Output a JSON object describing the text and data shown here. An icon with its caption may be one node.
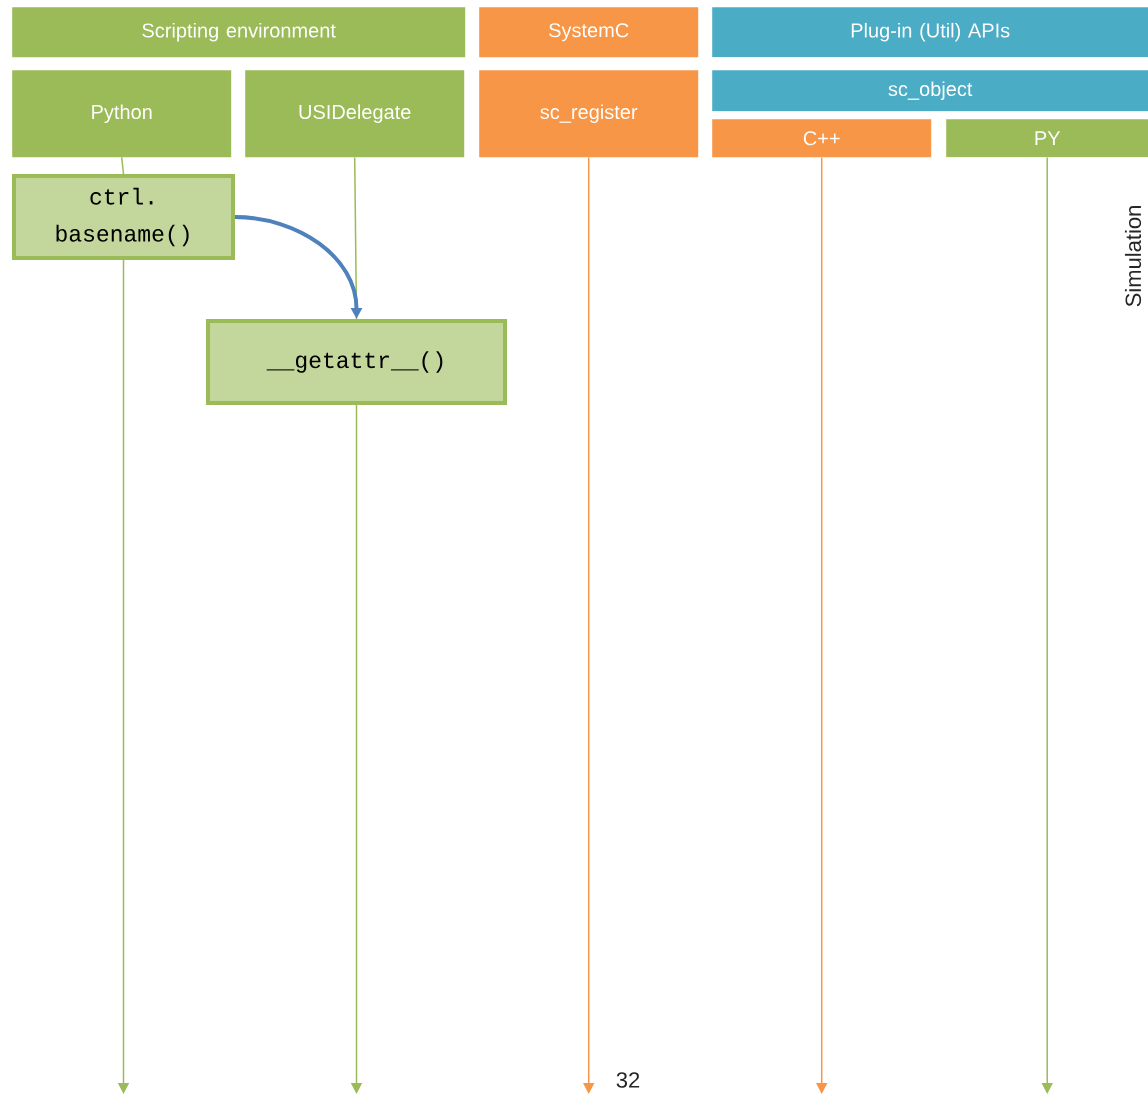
{
  "diagram": {
    "nodes": [
      {
        "text": [
          "Scripting environment"
        ]
      },
      {
        "text": [
          "SystemC"
        ]
      },
      {
        "text": [
          "Plug-in (Util) APIs"
        ]
      },
      {
        "text": [
          "Python"
        ]
      },
      {
        "text": [
          "USIDelegate"
        ]
      },
      {
        "text": [
          "sc_register"
        ]
      },
      {
        "text": [
          "sc_object"
        ]
      },
      {
        "text": [
          "C++"
        ]
      },
      {
        "text": [
          "PY"
        ]
      },
      {
        "text": [
          "ctrl. basename()"
        ]
      },
      {
        "text": [
          "__getattr__()"
        ]
      }
    ],
    "edges": [
      {
        "from": 3,
        "to": 9,
        "arrow": "none"
      },
      {
        "from": 9,
        "to": null,
        "arrow": "to"
      },
      {
        "from": 4,
        "to": 10,
        "arrow": "none"
      },
      {
        "from": 10,
        "to": null,
        "arrow": "to"
      },
      {
        "from": 5,
        "to": null,
        "arrow": "to",
        "color": "#f79646"
      },
      {
        "from": 7,
        "to": null,
        "arrow": "to",
        "color": "#f79646"
      },
      {
        "from": 8,
        "to": null,
        "arrow": "to"
      },
      {
        "from": 9,
        "to": 10,
        "arrow": "to",
        "style": "thick",
        "color": "#4f81bd"
      }
    ],
    "labels": [
      "Simulation",
      "32"
    ]
  }
}
